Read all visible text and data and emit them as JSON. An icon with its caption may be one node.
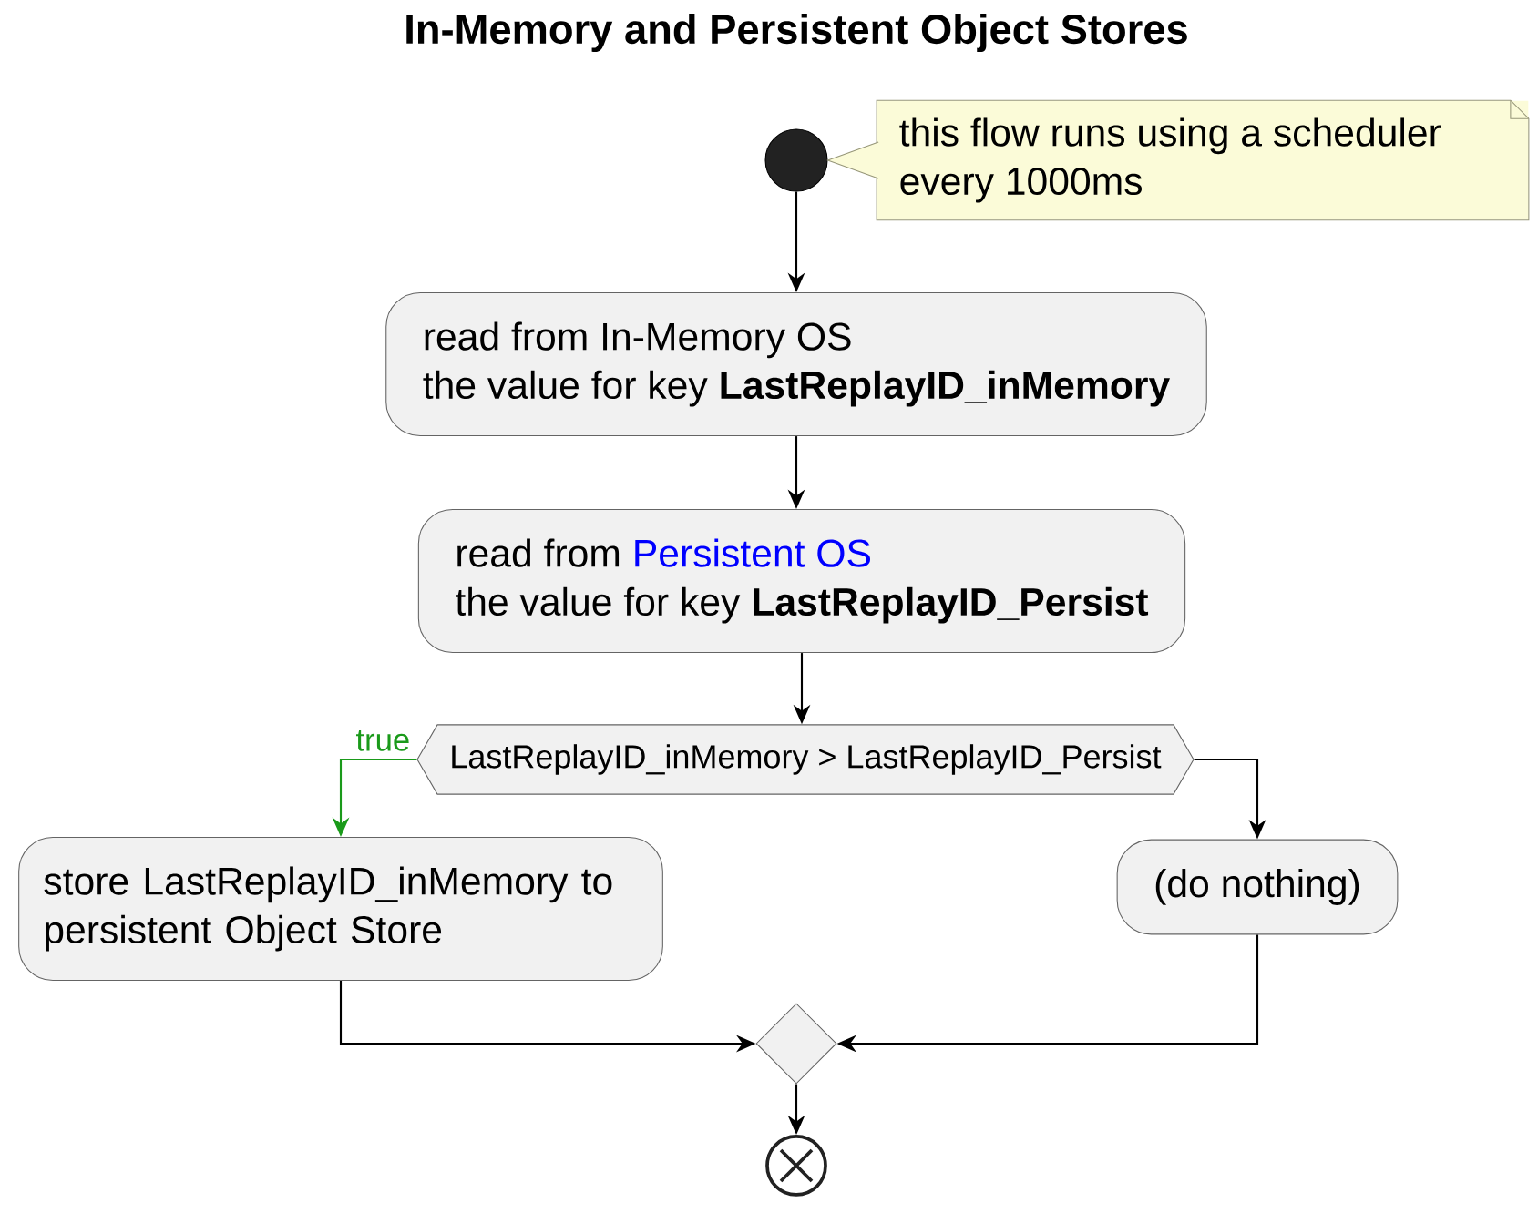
{
  "diagram": {
    "title": "In-Memory and Persistent Object Stores",
    "nodes": [
      {
        "text": [],
        "shape": "circle"
      },
      {
        "text": [
          "this flow runs using a scheduler every 1000ms"
        ]
      },
      {
        "text": [
          "read from In-Memory OS",
          "the value for key **LastReplayID_inMemory**"
        ]
      },
      {
        "text": [
          "read from",
          "Persistent OS",
          "the value for key **LastReplayID_Persist**"
        ]
      },
      {
        "text": [
          "LastReplayID_inMemory > LastReplayID_Persist"
        ]
      },
      {
        "text": [
          "store LastReplayID_inMemory to persistent Object Store"
        ]
      },
      {
        "text": [
          "(do nothing)"
        ]
      },
      {
        "text": [],
        "shape": "diamond"
      },
      {
        "text": [],
        "shape": "circle"
      }
    ],
    "edges": [
      {
        "from": 1,
        "to": 0,
        "arrow": "to",
        "color": "#969678"
      },
      {
        "from": 0,
        "to": 2,
        "arrow": "to"
      },
      {
        "from": 2,
        "to": 3,
        "arrow": "to"
      },
      {
        "from": 3,
        "to": 4,
        "arrow": "to"
      },
      {
        "from": 4,
        "to": 5,
        "arrow": "to",
        "label": "true",
        "color": "#1a9a1a"
      },
      {
        "from": 4,
        "to": 6,
        "arrow": "to"
      },
      {
        "from": 5,
        "to": 7,
        "arrow": "to"
      },
      {
        "from": 6,
        "to": 7,
        "arrow": "to"
      },
      {
        "from": 7,
        "to": 8,
        "arrow": "to"
      }
    ]
  }
}
